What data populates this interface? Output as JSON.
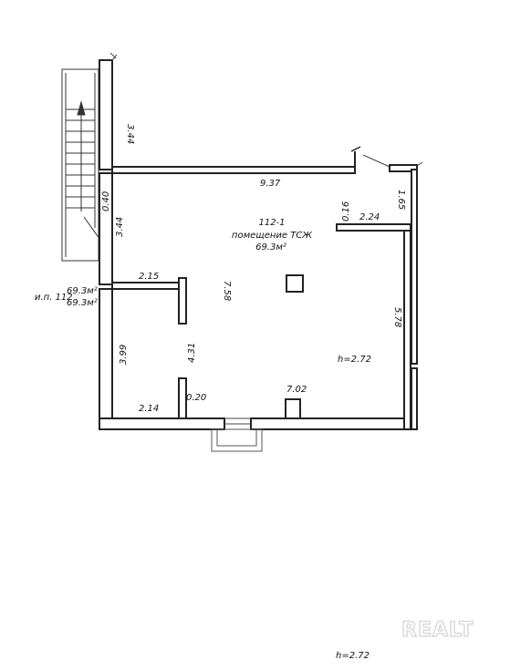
{
  "room": {
    "number": "112-1",
    "name": "помещение ТСЖ",
    "area": "69.3м²"
  },
  "unit_note": {
    "label": "и.п. 112",
    "area_1": "69.3м²",
    "area_2": "69.3м²"
  },
  "height_label": "h=2.72",
  "footer_height": "h=2.72",
  "dimensions": {
    "stair_wall": "3.44",
    "top_wall": "9.37",
    "left_gap": "0.40",
    "left_upper": "3.44",
    "niche_depth": "0.16",
    "niche_width": "2.24",
    "right_upper": "1.65",
    "partition_top": "2.15",
    "room_depth": "7.58",
    "right_lower": "5.78",
    "left_lower": "3.99",
    "partition_height": "4.31",
    "bottom_wall": "7.02",
    "partition_bottom": "2.14",
    "door_gap": "0.20"
  },
  "watermark": "REALT"
}
